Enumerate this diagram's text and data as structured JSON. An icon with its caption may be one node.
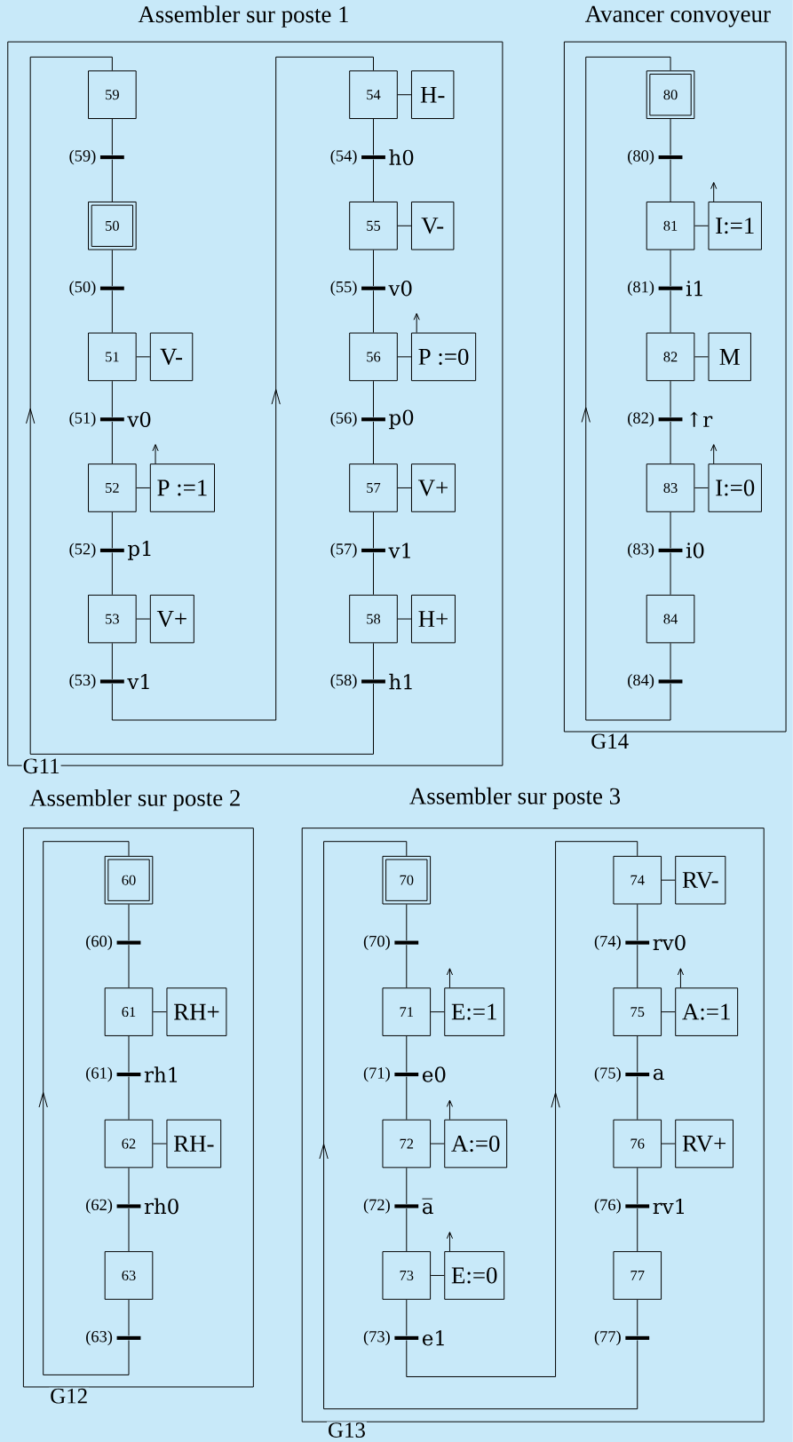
{
  "diagram": {
    "nodes": [
      {
        "text": [
          "Assembler sur poste 1",
          "G11"
        ]
      },
      {
        "text": [
          "59"
        ],
        "in": 0
      },
      {
        "text": [
          "(59)"
        ],
        "in": 0
      },
      {
        "text": [
          "50"
        ],
        "in": 0
      },
      {
        "text": [
          "(50)"
        ],
        "in": 0
      },
      {
        "text": [
          "51"
        ],
        "in": 0
      },
      {
        "text": [
          "V-"
        ],
        "in": 0
      },
      {
        "text": [
          "(51)",
          "v0"
        ],
        "in": 0
      },
      {
        "text": [
          "52"
        ],
        "in": 0
      },
      {
        "text": [
          "P :=1"
        ],
        "in": 0
      },
      {
        "text": [
          "(52)",
          "p1"
        ],
        "in": 0
      },
      {
        "text": [
          "53"
        ],
        "in": 0
      },
      {
        "text": [
          "V+"
        ],
        "in": 0
      },
      {
        "text": [
          "(53)",
          "v1"
        ],
        "in": 0
      },
      {
        "text": [
          "54"
        ],
        "in": 0
      },
      {
        "text": [
          "H-"
        ],
        "in": 0
      },
      {
        "text": [
          "(54)",
          "h0"
        ],
        "in": 0
      },
      {
        "text": [
          "55"
        ],
        "in": 0
      },
      {
        "text": [
          "V-"
        ],
        "in": 0
      },
      {
        "text": [
          "(55)",
          "v0"
        ],
        "in": 0
      },
      {
        "text": [
          "56"
        ],
        "in": 0
      },
      {
        "text": [
          "P :=0"
        ],
        "in": 0
      },
      {
        "text": [
          "(56)",
          "p0"
        ],
        "in": 0
      },
      {
        "text": [
          "57"
        ],
        "in": 0
      },
      {
        "text": [
          "V+"
        ],
        "in": 0
      },
      {
        "text": [
          "(57)",
          "v1"
        ],
        "in": 0
      },
      {
        "text": [
          "58"
        ],
        "in": 0
      },
      {
        "text": [
          "H+"
        ],
        "in": 0
      },
      {
        "text": [
          "(58)",
          "h1"
        ],
        "in": 0
      },
      {
        "text": [
          "Avancer convoyeur",
          "G14"
        ]
      },
      {
        "text": [
          "80"
        ],
        "in": 29
      },
      {
        "text": [
          "(80)"
        ],
        "in": 29
      },
      {
        "text": [
          "81"
        ],
        "in": 29
      },
      {
        "text": [
          "I:=1"
        ],
        "in": 29
      },
      {
        "text": [
          "(81)",
          "i1"
        ],
        "in": 29
      },
      {
        "text": [
          "82"
        ],
        "in": 29
      },
      {
        "text": [
          "M"
        ],
        "in": 29
      },
      {
        "text": [
          "(82)",
          "↑r"
        ],
        "in": 29
      },
      {
        "text": [
          "83"
        ],
        "in": 29
      },
      {
        "text": [
          "I:=0"
        ],
        "in": 29
      },
      {
        "text": [
          "(83)",
          "i0"
        ],
        "in": 29
      },
      {
        "text": [
          "84"
        ],
        "in": 29
      },
      {
        "text": [
          "(84)"
        ],
        "in": 29
      },
      {
        "text": [
          "Assembler sur poste 2",
          "G12"
        ]
      },
      {
        "text": [
          "60"
        ],
        "in": 43
      },
      {
        "text": [
          "(60)"
        ],
        "in": 43
      },
      {
        "text": [
          "61"
        ],
        "in": 43
      },
      {
        "text": [
          "RH+"
        ],
        "in": 43
      },
      {
        "text": [
          "(61)",
          "rh1"
        ],
        "in": 43
      },
      {
        "text": [
          "62"
        ],
        "in": 43
      },
      {
        "text": [
          "RH-"
        ],
        "in": 43
      },
      {
        "text": [
          "(62)",
          "rh0"
        ],
        "in": 43
      },
      {
        "text": [
          "63"
        ],
        "in": 43
      },
      {
        "text": [
          "(63)"
        ],
        "in": 43
      },
      {
        "text": [
          "Assembler sur poste 3",
          "G13"
        ]
      },
      {
        "text": [
          "70"
        ],
        "in": 54
      },
      {
        "text": [
          "(70)"
        ],
        "in": 54
      },
      {
        "text": [
          "71"
        ],
        "in": 54
      },
      {
        "text": [
          "E:=1"
        ],
        "in": 54
      },
      {
        "text": [
          "(71)",
          "e0"
        ],
        "in": 54
      },
      {
        "text": [
          "72"
        ],
        "in": 54
      },
      {
        "text": [
          "A:=0"
        ],
        "in": 54
      },
      {
        "text": [
          "(72)",
          "a̅"
        ],
        "in": 54
      },
      {
        "text": [
          "73"
        ],
        "in": 54
      },
      {
        "text": [
          "E:=0"
        ],
        "in": 54
      },
      {
        "text": [
          "(73)",
          "e1"
        ],
        "in": 54
      },
      {
        "text": [
          "74"
        ],
        "in": 54
      },
      {
        "text": [
          "RV-"
        ],
        "in": 54
      },
      {
        "text": [
          "(74)",
          "rv0"
        ],
        "in": 54
      },
      {
        "text": [
          "75"
        ],
        "in": 54
      },
      {
        "text": [
          "A:=1"
        ],
        "in": 54
      },
      {
        "text": [
          "(75)",
          "a"
        ],
        "in": 54
      },
      {
        "text": [
          "76"
        ],
        "in": 54
      },
      {
        "text": [
          "RV+"
        ],
        "in": 54
      },
      {
        "text": [
          "(76)",
          "rv1"
        ],
        "in": 54
      },
      {
        "text": [
          "77"
        ],
        "in": 54
      },
      {
        "text": [
          "(77)"
        ],
        "in": 54
      }
    ],
    "edges": [
      {
        "from": 1,
        "to": 2,
        "arrow": "none"
      },
      {
        "from": 2,
        "to": 3,
        "arrow": "none"
      },
      {
        "from": 3,
        "to": 4,
        "arrow": "none"
      },
      {
        "from": 4,
        "to": 5,
        "arrow": "none"
      },
      {
        "from": 5,
        "to": 6,
        "arrow": "none"
      },
      {
        "from": 5,
        "to": 7,
        "arrow": "none"
      },
      {
        "from": 7,
        "to": 8,
        "arrow": "none"
      },
      {
        "from": 8,
        "to": 9,
        "arrow": "none"
      },
      {
        "from": 8,
        "to": 10,
        "arrow": "none"
      },
      {
        "from": 10,
        "to": 11,
        "arrow": "none"
      },
      {
        "from": 11,
        "to": 12,
        "arrow": "none"
      },
      {
        "from": 11,
        "to": 13,
        "arrow": "none"
      },
      {
        "from": 13,
        "to": 14,
        "arrow": "to"
      },
      {
        "from": 14,
        "to": 15,
        "arrow": "none"
      },
      {
        "from": 14,
        "to": 16,
        "arrow": "none"
      },
      {
        "from": 16,
        "to": 17,
        "arrow": "none"
      },
      {
        "from": 17,
        "to": 18,
        "arrow": "none"
      },
      {
        "from": 17,
        "to": 19,
        "arrow": "none"
      },
      {
        "from": 19,
        "to": 20,
        "arrow": "none"
      },
      {
        "from": 20,
        "to": 21,
        "arrow": "none"
      },
      {
        "from": 20,
        "to": 22,
        "arrow": "none"
      },
      {
        "from": 22,
        "to": 23,
        "arrow": "none"
      },
      {
        "from": 23,
        "to": 24,
        "arrow": "none"
      },
      {
        "from": 23,
        "to": 25,
        "arrow": "none"
      },
      {
        "from": 25,
        "to": 26,
        "arrow": "none"
      },
      {
        "from": 26,
        "to": 27,
        "arrow": "none"
      },
      {
        "from": 26,
        "to": 28,
        "arrow": "none"
      },
      {
        "from": 28,
        "to": 1,
        "arrow": "to"
      },
      {
        "from": 30,
        "to": 31,
        "arrow": "none"
      },
      {
        "from": 31,
        "to": 32,
        "arrow": "none"
      },
      {
        "from": 32,
        "to": 33,
        "arrow": "none"
      },
      {
        "from": 32,
        "to": 34,
        "arrow": "none"
      },
      {
        "from": 34,
        "to": 35,
        "arrow": "none"
      },
      {
        "from": 35,
        "to": 36,
        "arrow": "none"
      },
      {
        "from": 35,
        "to": 37,
        "arrow": "none"
      },
      {
        "from": 37,
        "to": 38,
        "arrow": "none"
      },
      {
        "from": 38,
        "to": 39,
        "arrow": "none"
      },
      {
        "from": 38,
        "to": 40,
        "arrow": "none"
      },
      {
        "from": 40,
        "to": 41,
        "arrow": "none"
      },
      {
        "from": 41,
        "to": 42,
        "arrow": "none"
      },
      {
        "from": 42,
        "to": 30,
        "arrow": "to"
      },
      {
        "from": 44,
        "to": 45,
        "arrow": "none"
      },
      {
        "from": 45,
        "to": 46,
        "arrow": "none"
      },
      {
        "from": 46,
        "to": 47,
        "arrow": "none"
      },
      {
        "from": 46,
        "to": 48,
        "arrow": "none"
      },
      {
        "from": 48,
        "to": 49,
        "arrow": "none"
      },
      {
        "from": 49,
        "to": 50,
        "arrow": "none"
      },
      {
        "from": 49,
        "to": 51,
        "arrow": "none"
      },
      {
        "from": 51,
        "to": 52,
        "arrow": "none"
      },
      {
        "from": 52,
        "to": 53,
        "arrow": "none"
      },
      {
        "from": 53,
        "to": 44,
        "arrow": "to"
      },
      {
        "from": 55,
        "to": 56,
        "arrow": "none"
      },
      {
        "from": 56,
        "to": 57,
        "arrow": "none"
      },
      {
        "from": 57,
        "to": 58,
        "arrow": "none"
      },
      {
        "from": 57,
        "to": 59,
        "arrow": "none"
      },
      {
        "from": 59,
        "to": 60,
        "arrow": "none"
      },
      {
        "from": 60,
        "to": 61,
        "arrow": "none"
      },
      {
        "from": 60,
        "to": 62,
        "arrow": "none"
      },
      {
        "from": 62,
        "to": 63,
        "arrow": "none"
      },
      {
        "from": 63,
        "to": 64,
        "arrow": "none"
      },
      {
        "from": 63,
        "to": 65,
        "arrow": "none"
      },
      {
        "from": 65,
        "to": 66,
        "arrow": "to"
      },
      {
        "from": 66,
        "to": 67,
        "arrow": "none"
      },
      {
        "from": 66,
        "to": 68,
        "arrow": "none"
      },
      {
        "from": 68,
        "to": 69,
        "arrow": "none"
      },
      {
        "from": 69,
        "to": 70,
        "arrow": "none"
      },
      {
        "from": 69,
        "to": 71,
        "arrow": "none"
      },
      {
        "from": 71,
        "to": 72,
        "arrow": "none"
      },
      {
        "from": 72,
        "to": 73,
        "arrow": "none"
      },
      {
        "from": 72,
        "to": 74,
        "arrow": "none"
      },
      {
        "from": 74,
        "to": 75,
        "arrow": "none"
      },
      {
        "from": 75,
        "to": 76,
        "arrow": "none"
      },
      {
        "from": 76,
        "to": 55,
        "arrow": "to"
      }
    ]
  }
}
